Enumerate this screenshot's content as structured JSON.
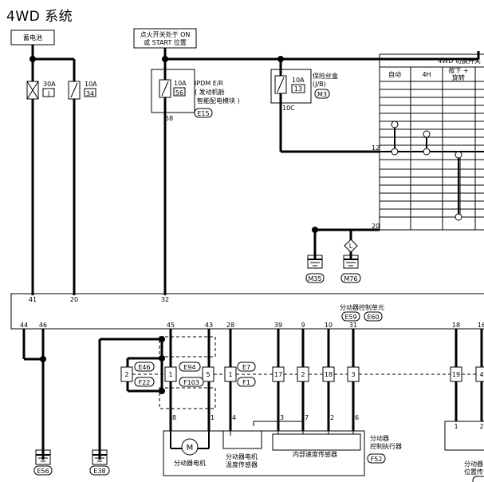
{
  "title": "4WD 系统",
  "battery": "蓄电池",
  "ignition": [
    "点火开关处于 ON",
    "或 START 位置"
  ],
  "fuses": [
    {
      "amp": "30A",
      "id": "J"
    },
    {
      "amp": "10A",
      "id": "34"
    }
  ],
  "ipdm": {
    "amp": "10A",
    "id": "56",
    "lines": [
      "IPDM E/R",
      "( 发动机舱",
      "智能配电模块 )"
    ],
    "conn": "E15",
    "pin": "58"
  },
  "jb": {
    "amp": "10A",
    "id": "13",
    "lines": [
      "保险丝盒",
      "(J/B)"
    ],
    "conn": "M3",
    "pin": "10C"
  },
  "switch": {
    "title": "4WD 切换开关",
    "cols": [
      "自动",
      "4H",
      "按下 +",
      "旋转"
    ],
    "pins": [
      "12",
      "20"
    ]
  },
  "grounds_top": [
    "M35",
    "M76"
  ],
  "grounds_bottom": [
    "E56",
    "E38"
  ],
  "l_marker": "L",
  "ecu": {
    "title": "分动器控制单元",
    "conns": [
      "E59",
      "E60"
    ],
    "top_pins": [
      "41",
      "20",
      "32"
    ],
    "bottom_pins": [
      "44",
      "46",
      "45",
      "43",
      "28",
      "39",
      "9",
      "10",
      "31",
      "18",
      "16"
    ]
  },
  "connectors": {
    "left_pair": [
      "E46",
      "F22"
    ],
    "mid_pair": [
      "E94",
      "F103"
    ],
    "ef": [
      "E7",
      "F1"
    ],
    "box_nums": [
      "2",
      "1",
      "5",
      "1",
      "17",
      "2",
      "18",
      "3",
      "19",
      "4"
    ]
  },
  "actuator": {
    "pins": [
      "8",
      "1",
      "4",
      "3",
      "7",
      "2",
      "6"
    ],
    "motor": "分动器电机",
    "m": "M",
    "temp": [
      "分动器电机",
      "温度传感器"
    ],
    "speed": "内部速度传感器",
    "label": [
      "分动器",
      "控制执行器"
    ],
    "conn": "F52"
  },
  "right_device": {
    "pins": [
      "1",
      "2"
    ],
    "label": [
      "分动器",
      "位置传"
    ]
  }
}
